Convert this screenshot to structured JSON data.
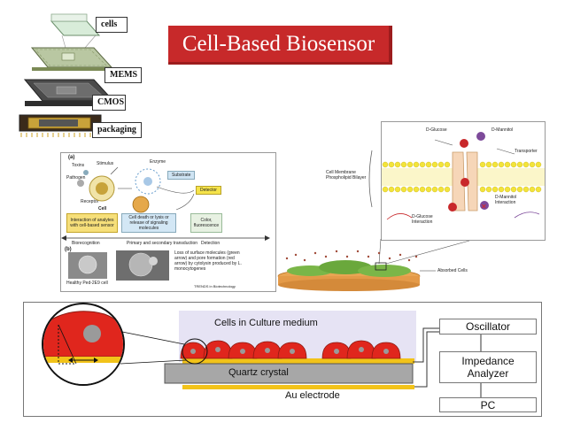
{
  "title": "Cell-Based Biosensor",
  "stack_labels": {
    "cells": "cells",
    "mems": "MEMS",
    "cmos": "CMOS",
    "packaging": "packaging"
  },
  "panel_a": {
    "tag": "(a)",
    "tag_b": "(b)",
    "labels": {
      "toxins": "Toxins",
      "stimulus": "Stimulus",
      "pathogen": "Pathogen",
      "receptor": "Receptor",
      "cell": "Cell",
      "enzyme": "Enzyme",
      "substrate": "Substrate",
      "detector": "Detector"
    },
    "boxes": {
      "interaction": "Interaction of analytes with cell-based sensor",
      "cell_death": "Cell death or lysis or release of signaling molecules",
      "color": "Color, fluorescence"
    },
    "stages": {
      "biorecognition": "Biorecognition",
      "transduction": "Primary and secondary transduction",
      "detection": "Detection"
    },
    "caption_b": "Loss of surface molecules (green arrow) and pore formation (red arrow) by cytolysin produced by L. monocytogenes",
    "healthy": "Healthy Ped-2E9 cell",
    "credit": "TRENDS in Biotechnology"
  },
  "membrane": {
    "membrane_label": "Cell Membrane Phospholipid Bilayer",
    "d_glucose": "D-Glucose",
    "d_mannitol": "D-Mannitol",
    "transporter": "Transporter",
    "glucose_interaction": "D-Glucose Interaction",
    "mannitol_interaction": "D-Mannitol Interaction",
    "adsorbed": "Absorbed Cells"
  },
  "qcm": {
    "cells_medium": "Cells in Culture medium",
    "quartz": "Quartz crystal",
    "electrode": "Au electrode",
    "oscillator": "Oscillator",
    "impedance": "Impedance Analyzer",
    "pc": "PC"
  },
  "colors": {
    "title_bg": "#c7292a",
    "cell_red": "#e0261d",
    "gold": "#f2c319",
    "quartz_gray": "#a7a7a7",
    "medium_lavender": "#e6e3f4",
    "membrane_yellow": "#f3e43a"
  }
}
